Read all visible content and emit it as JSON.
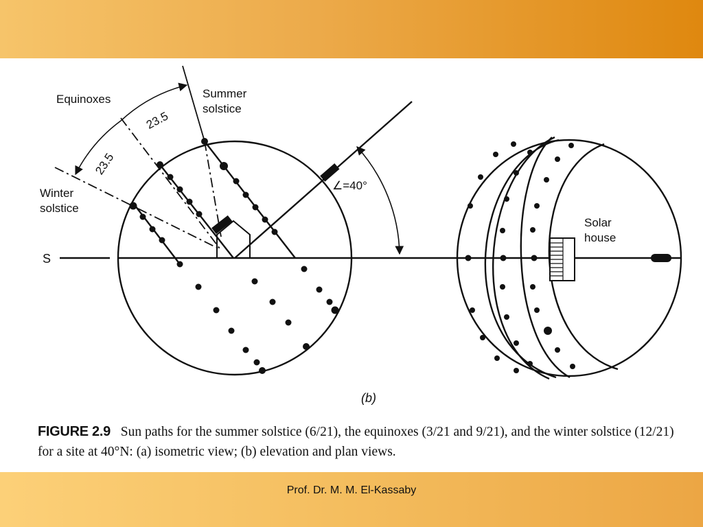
{
  "labels": {
    "equinoxes": "Equinoxes",
    "summer_line1": "Summer",
    "summer_line2": "solstice",
    "winter_line1": "Winter",
    "winter_line2": "solstice",
    "angle_top": "23.5",
    "angle_bottom": "23.5",
    "south": "S",
    "lat_angle": "∠=40°",
    "solar_line1": "Solar",
    "solar_line2": "house",
    "panel": "(b)"
  },
  "caption": {
    "label": "FIGURE 2.9",
    "text": "Sun paths for the summer solstice (6/21), the equinoxes (3/21 and 9/21), and the winter solstice (12/21) for a site at 40°N: (a) isometric view; (b) elevation and plan views."
  },
  "footer": {
    "credit": "Prof. Dr. M. M. El-Kassaby"
  },
  "colors": {
    "header_start": "#f6c46a",
    "header_end": "#df880f",
    "footer_start": "#fcd078",
    "footer_end": "#eca644",
    "ink": "#111111"
  }
}
